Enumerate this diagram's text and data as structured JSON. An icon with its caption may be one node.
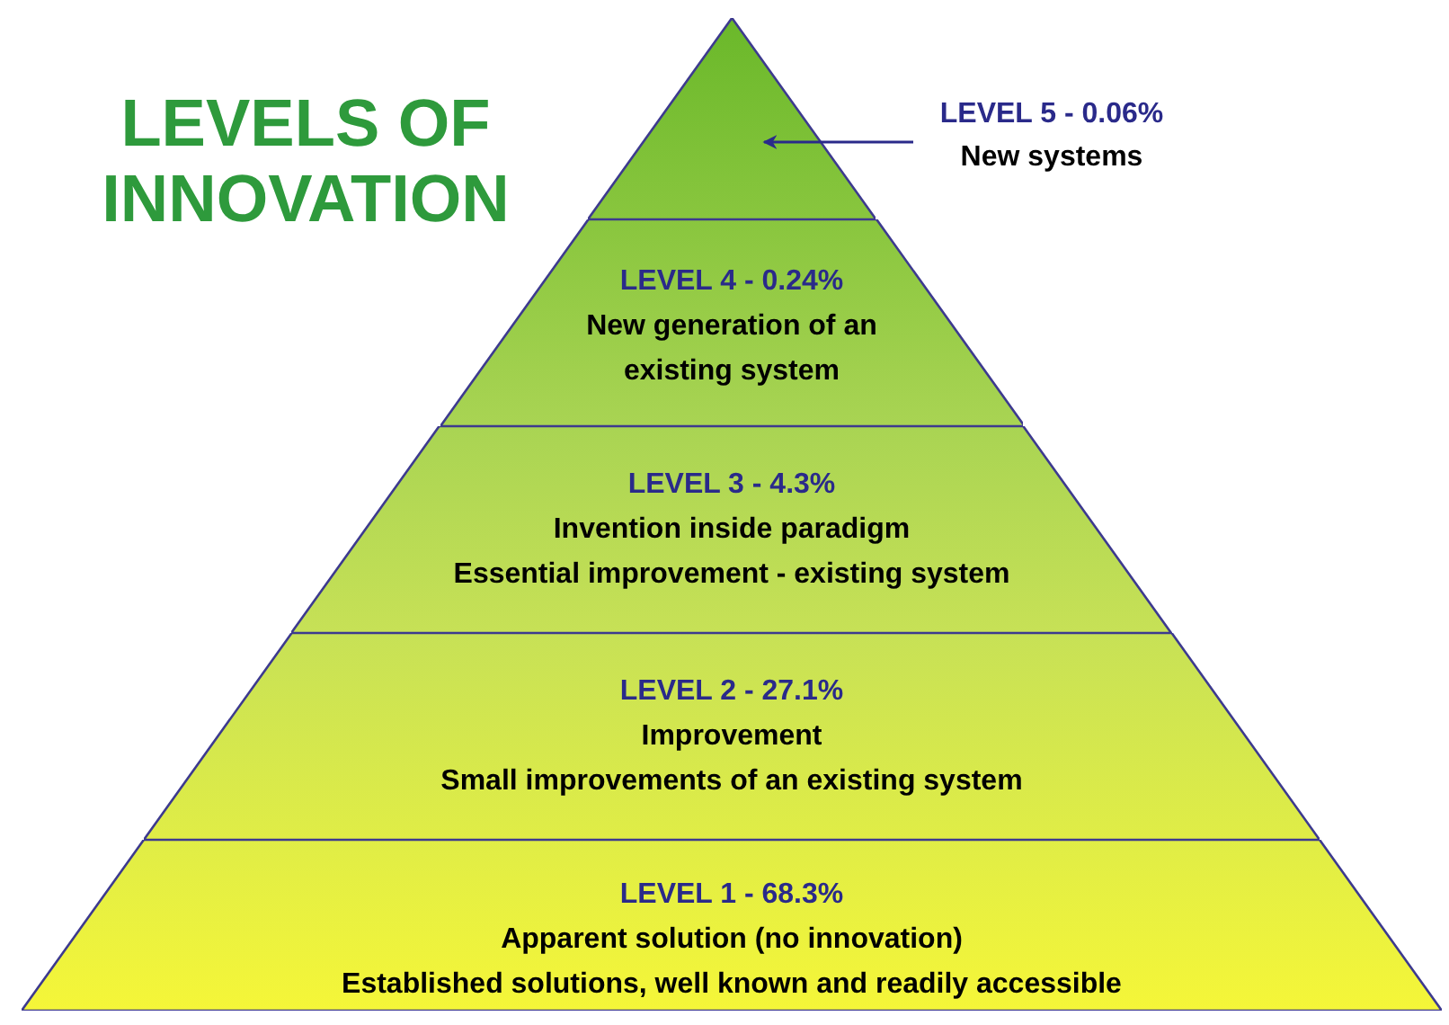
{
  "diagram": {
    "title": "LEVELS OF INNOVATION",
    "nodes": [
      {
        "text": [],
        "shape": "triangle"
      },
      {
        "text": [
          "LEVEL 5 - 0.06%",
          "New systems"
        ]
      },
      {
        "text": [
          "LEVEL 4 - 0.24%",
          "New generation of an existing system"
        ]
      },
      {
        "text": [
          "LEVEL 3 - 4.3%",
          "Invention inside paradigm",
          "Essential improvement - existing system"
        ]
      },
      {
        "text": [
          "LEVEL 2 - 27.1%",
          "Improvement",
          "Small improvements of an existing system"
        ]
      },
      {
        "text": [
          "LEVEL 1 - 68.3%",
          "Apparent solution (no innovation)",
          "Established solutions, well known and readily accessible"
        ]
      }
    ],
    "edges": [
      {
        "from": 1,
        "to": 0,
        "arrow": "to",
        "color": "#2a2a8a"
      }
    ]
  }
}
